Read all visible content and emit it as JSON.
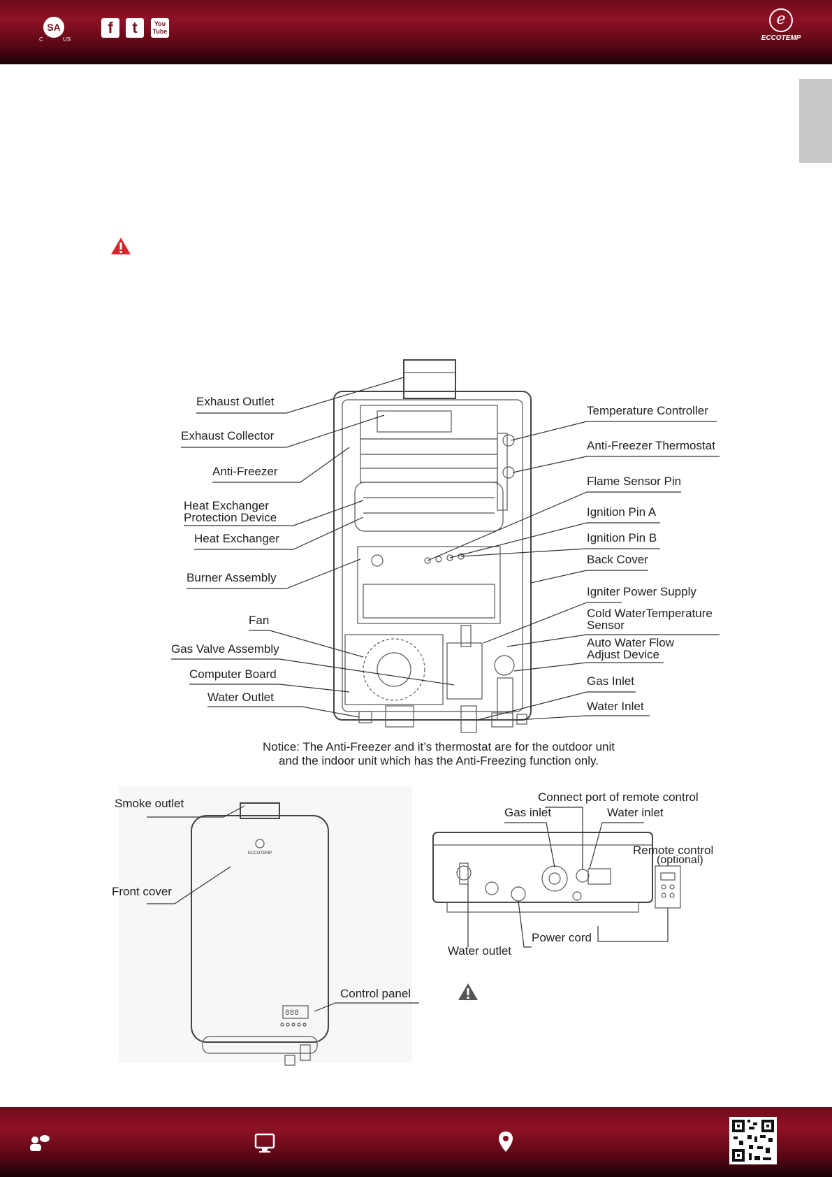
{
  "header": {
    "cert_mark": "SA",
    "cert_c": "C",
    "cert_us": "US",
    "social_icons": [
      "facebook-icon",
      "twitter-icon",
      "youtube-icon"
    ],
    "facebook_glyph": "f",
    "twitter_glyph": "t",
    "youtube_top": "You",
    "youtube_bottom": "Tube",
    "logo_glyph": "e",
    "logo_name": "ECCOTEMP"
  },
  "colors": {
    "band_red": "#8f1226",
    "band_dark": "#1b0205",
    "warning_red": "#d7272c",
    "side_tab": "#c9c9c9"
  },
  "diagram_main": {
    "labels_left": [
      "Exhaust Outlet",
      "Exhaust Collector",
      "Anti-Freezer",
      "Heat Exchanger",
      "Protection Device",
      "Heat Exchanger",
      "Burner Assembly",
      "Fan",
      "Gas Valve Assembly",
      "Computer Board",
      "Water Outlet"
    ],
    "labels_right": [
      "Temperature Controller",
      "Anti-Freezer Thermostat",
      "Flame Sensor Pin",
      "Ignition Pin A",
      "Ignition Pin B",
      "Back Cover",
      "Igniter Power Supply",
      "Cold WaterTemperature",
      "Sensor",
      "Auto Water Flow",
      "Adjust Device",
      "Gas Inlet",
      "Water Inlet"
    ],
    "notice_line1": "Notice: The Anti-Freezer and it’s thermostat are for the outdoor unit",
    "notice_line2": "and the indoor unit which has the Anti-Freezing function only."
  },
  "diagram_front": {
    "labels": [
      "Smoke outlet",
      "Front cover",
      "Control panel"
    ],
    "unit_logo": "ECCOTEMP",
    "display_digits": "888"
  },
  "diagram_bottom": {
    "labels": [
      "Connect port of remote control",
      "Gas inlet",
      "Water inlet",
      "Remote control",
      "(optional)",
      "Water outlet",
      "Power cord"
    ]
  },
  "footer": {
    "icons": [
      "contact-icon",
      "computer-icon",
      "location-icon",
      "qr-code"
    ]
  }
}
